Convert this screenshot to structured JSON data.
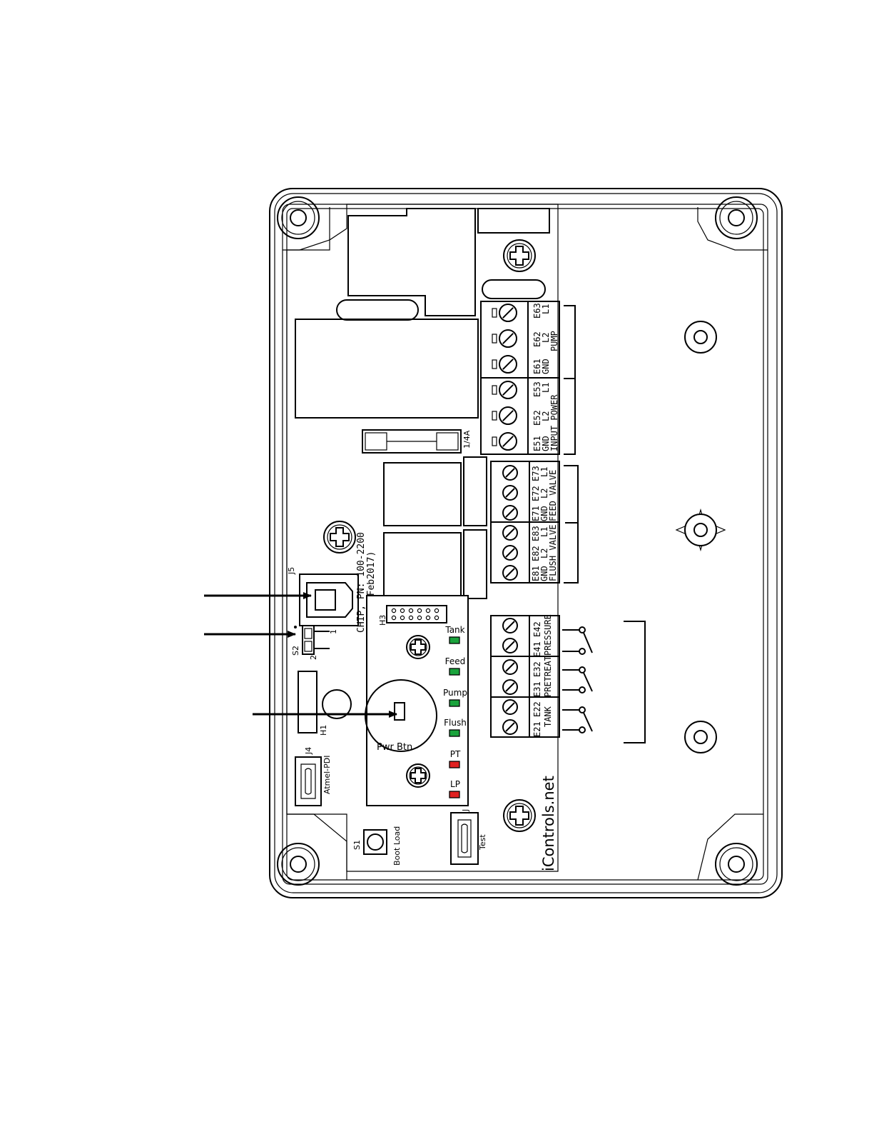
{
  "board": {
    "chip_line1": "CHIP, PN: 100-2200",
    "chip_line2": "20Feb2017)",
    "website": "iControls.net",
    "fuse": "1/4A"
  },
  "terminals": {
    "pump": {
      "ids": [
        "E61",
        "E62",
        "E63"
      ],
      "lines": [
        "GND",
        "L2",
        "L1"
      ],
      "label": "PUMP"
    },
    "input_power": {
      "ids": [
        "E51",
        "E52",
        "E53"
      ],
      "lines": [
        "GND",
        "L2",
        "L1"
      ],
      "label": "INPUT POWER"
    },
    "feed_valve": {
      "ids": [
        "E71",
        "E72",
        "E73"
      ],
      "lines": [
        "GND",
        "L2",
        "L1"
      ],
      "label": "FEED VALVE"
    },
    "flush_valve": {
      "ids": [
        "E81",
        "E82",
        "E83"
      ],
      "lines": [
        "GND",
        "L2",
        "L1"
      ],
      "label": "FLUSH VALVE"
    },
    "pressure": {
      "ids": [
        "E41",
        "E42"
      ],
      "label": "PRESSURE"
    },
    "pretreat": {
      "ids": [
        "E31",
        "E32"
      ],
      "label": "PRETREAT"
    },
    "tank": {
      "ids": [
        "E21",
        "E22"
      ],
      "label": "TANK"
    }
  },
  "leds": [
    {
      "label": "Tank",
      "color": "#1aa33c"
    },
    {
      "label": "Feed",
      "color": "#1aa33c"
    },
    {
      "label": "Pump",
      "color": "#1aa33c"
    },
    {
      "label": "Flush",
      "color": "#1aa33c"
    },
    {
      "label": "PT",
      "color": "#e02020"
    },
    {
      "label": "LP",
      "color": "#e02020"
    }
  ],
  "components": {
    "j5": "J5",
    "s2": "S2",
    "s2_pin1": "1",
    "s2_pin2": "2",
    "h1": "H1",
    "h3": "H3",
    "j4": "J4",
    "atmel": "Atmel-PDI",
    "s1": "S1",
    "boot_load": "Boot Load",
    "test": "Test",
    "j_test": "J",
    "pwr_btn": "Pwr Btn"
  }
}
